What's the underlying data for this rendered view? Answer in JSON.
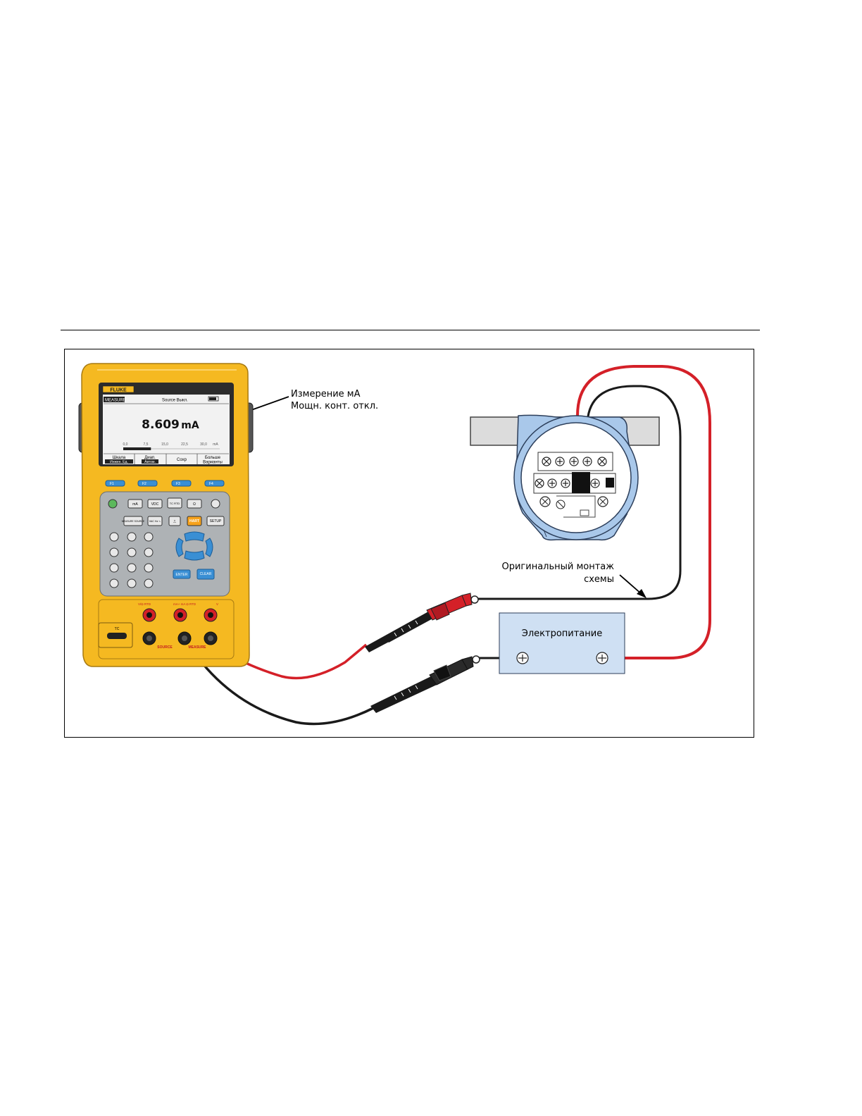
{
  "calibrator": {
    "brand": "FLUKE",
    "screen": {
      "mode_badge": "MEASURE",
      "source_status": "Source Выкл.",
      "reading_value": "8.609",
      "reading_unit": "mA",
      "scale_ticks": [
        "0,0",
        "7,5",
        "15,0",
        "22,5",
        "30,0",
        "mA"
      ],
      "bargraph_fraction": 0.287,
      "softkeys": [
        {
          "line1": "Шкала",
          "line2": "Инжен. Ед."
        },
        {
          "line1": "Диап.",
          "line2": "Автом."
        },
        {
          "line1": "Сохр",
          "line2": ""
        },
        {
          "line1": "Больше",
          "line2": "Варианты"
        }
      ]
    },
    "function_keys": [
      "F1",
      "F2",
      "F3",
      "F4"
    ],
    "keys_row1": [
      "mA",
      "VDC",
      "TC RTD",
      "Ω"
    ],
    "keys_row2": [
      "MEASURE SOURCE",
      "VAC Hz ∿",
      "⎍",
      "HART",
      "SETUP"
    ],
    "enter_key": "ENTER",
    "clear_key": "CLEAR",
    "jack_labels": {
      "left": "V/Ω RTD",
      "middle": "mA+ mA Ω RTD",
      "right": "V",
      "source": "SOURCE",
      "measure": "MEASURE"
    },
    "tc_label": "TC"
  },
  "callouts": {
    "measure_ma_line1": "Измерение мА",
    "measure_ma_line2": "Мощн. конт. откл.",
    "original_wiring_line1": "Оригинальный монтаж",
    "original_wiring_line2": "схемы"
  },
  "power_supply_label": "Электропитание",
  "colors": {
    "body_yellow": "#f5b921",
    "wire_red": "#d42028",
    "wire_black": "#1a1a1a",
    "transmitter_blue": "#a9c8ea",
    "power_box_blue": "#cfe0f3"
  }
}
